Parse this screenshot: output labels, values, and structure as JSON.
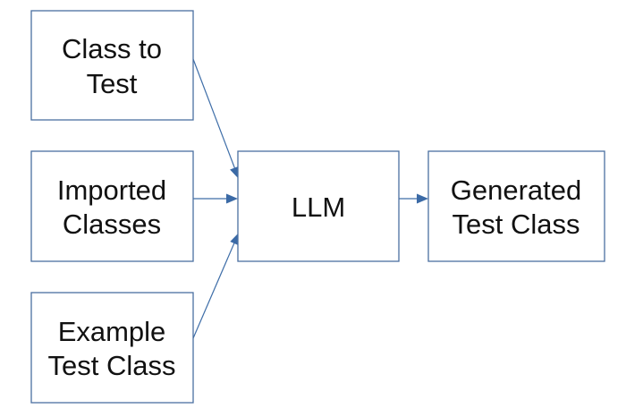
{
  "diagram": {
    "type": "flowchart",
    "colors": {
      "border": "#4a6fa0",
      "arrow": "#3b6aa6",
      "text": "#111111",
      "background": "#ffffff"
    },
    "nodes": {
      "class_to_test": {
        "line1": "Class to",
        "line2": "Test"
      },
      "imported_classes": {
        "line1": "Imported",
        "line2": "Classes"
      },
      "example_test_class": {
        "line1": "Example",
        "line2": "Test Class"
      },
      "llm": {
        "label": "LLM"
      },
      "generated_test_class": {
        "line1": "Generated",
        "line2": "Test Class"
      }
    },
    "edges": [
      {
        "from": "class_to_test",
        "to": "llm"
      },
      {
        "from": "imported_classes",
        "to": "llm"
      },
      {
        "from": "example_test_class",
        "to": "llm"
      },
      {
        "from": "llm",
        "to": "generated_test_class"
      }
    ]
  }
}
